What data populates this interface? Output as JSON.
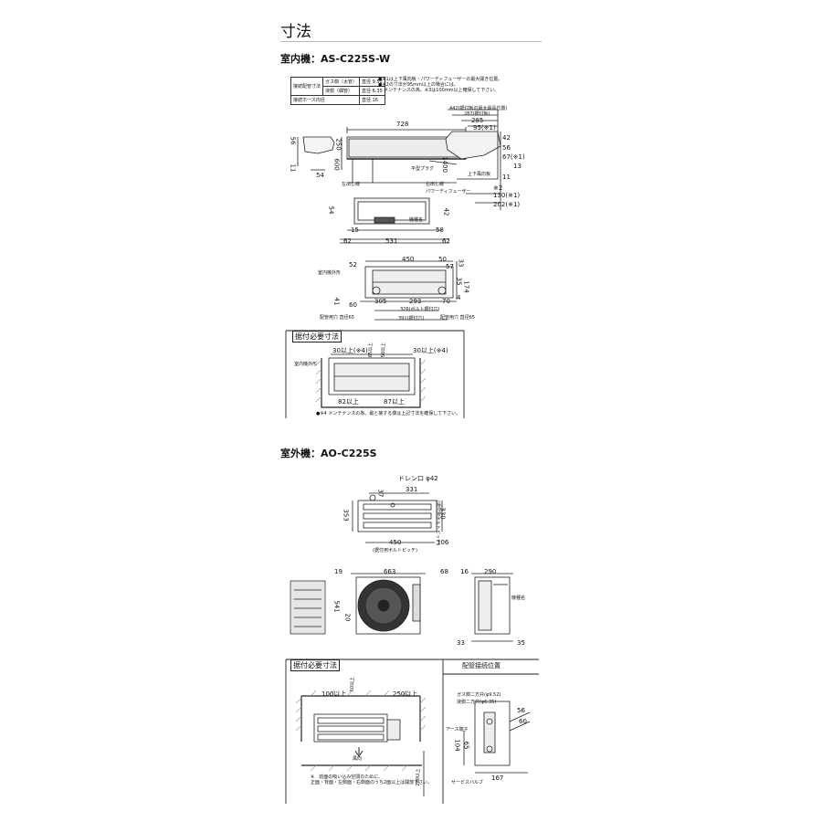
{
  "page": {
    "title": "寸法"
  },
  "indoor": {
    "heading": "室内機：AS-C225S-W",
    "spec_table": [
      {
        "label": "接続配管寸法",
        "item": "ガス側（太管）",
        "value": "直径 9.52"
      },
      {
        "label": "",
        "item": "液側（細管）",
        "value": "直径 6.35"
      },
      {
        "label": "接続ホース内径",
        "item": "",
        "value": "直径 16"
      }
    ],
    "notes": [
      "●※1は上下風向板・パワーディフューザーの最大開き位置。",
      "●※2の寸法が95mm以上の場合には、",
      "メンテナンスの為、※3は100mm以上確保して下さい。"
    ],
    "dims_front": [
      "728",
      "56",
      "250",
      "600",
      "11",
      "54",
      "1400"
    ],
    "dims_side": [
      "442(据付板の最大最長位置)",
      "287(据付板)",
      "285",
      "95(※1)",
      "42",
      "56",
      "67(※1)",
      "13",
      "11",
      "※2",
      "130(※1)",
      "202(※1)"
    ],
    "labels_front": [
      "平型プラグ",
      "上下風向板",
      "左出し線",
      "右出し線",
      "パワーディフューザー"
    ],
    "dims_bottom": [
      "54",
      "42",
      "15",
      "58",
      "62",
      "531",
      "62"
    ],
    "bottom_label": "機種名",
    "dims_mount": [
      "52",
      "450",
      "50",
      "57",
      "33",
      "35",
      "174",
      "41",
      "60",
      "305",
      "293",
      "70",
      "4",
      "326(ボルト据付穴)",
      "391(据付穴)"
    ],
    "labels_mount": [
      "室内機外形",
      "配管用穴 直径65",
      "配管用穴 直径65"
    ],
    "install": {
      "label": "据付必要寸法",
      "dims": [
        "30以上(※4)",
        "65以上",
        "50以上",
        "30以上(※4)",
        "82以上",
        "87以上"
      ],
      "outline_label": "室内機外形",
      "note": "●※4 メンテナンスの為、最と接する側は上記寸法を確保して下さい。"
    }
  },
  "outdoor": {
    "heading": "室外機：AO-C225S",
    "top_dims": [
      "ドレン口 φ42",
      "331",
      "37",
      "353",
      "330",
      "450",
      "106"
    ],
    "top_labels": [
      "(据付用ボルトピッチ)",
      "(据付用ボルトピッチ)"
    ],
    "front_dims": [
      "19",
      "663",
      "68",
      "541",
      "20",
      "16",
      "290"
    ],
    "side_dims": [
      "33",
      "35"
    ],
    "side_label": "機種名",
    "install": {
      "label": "据付必要寸法",
      "dims": [
        "100以上",
        "50以上",
        "250以上",
        "200以上"
      ],
      "arrow_label": "風向",
      "notes": [
        "※　前面の吸い込み空間のために、",
        "正面・背面・左側面・右側面のうち2面以上は開放下さい。"
      ]
    },
    "piping": {
      "label": "配管接続位置",
      "items": [
        "ガス側二方弁(φ9.52)",
        "液側二方弁(φ6.35)",
        "アース端子",
        "サービスバルブ"
      ],
      "dims": [
        "104",
        "65",
        "56",
        "60",
        "167"
      ]
    }
  }
}
